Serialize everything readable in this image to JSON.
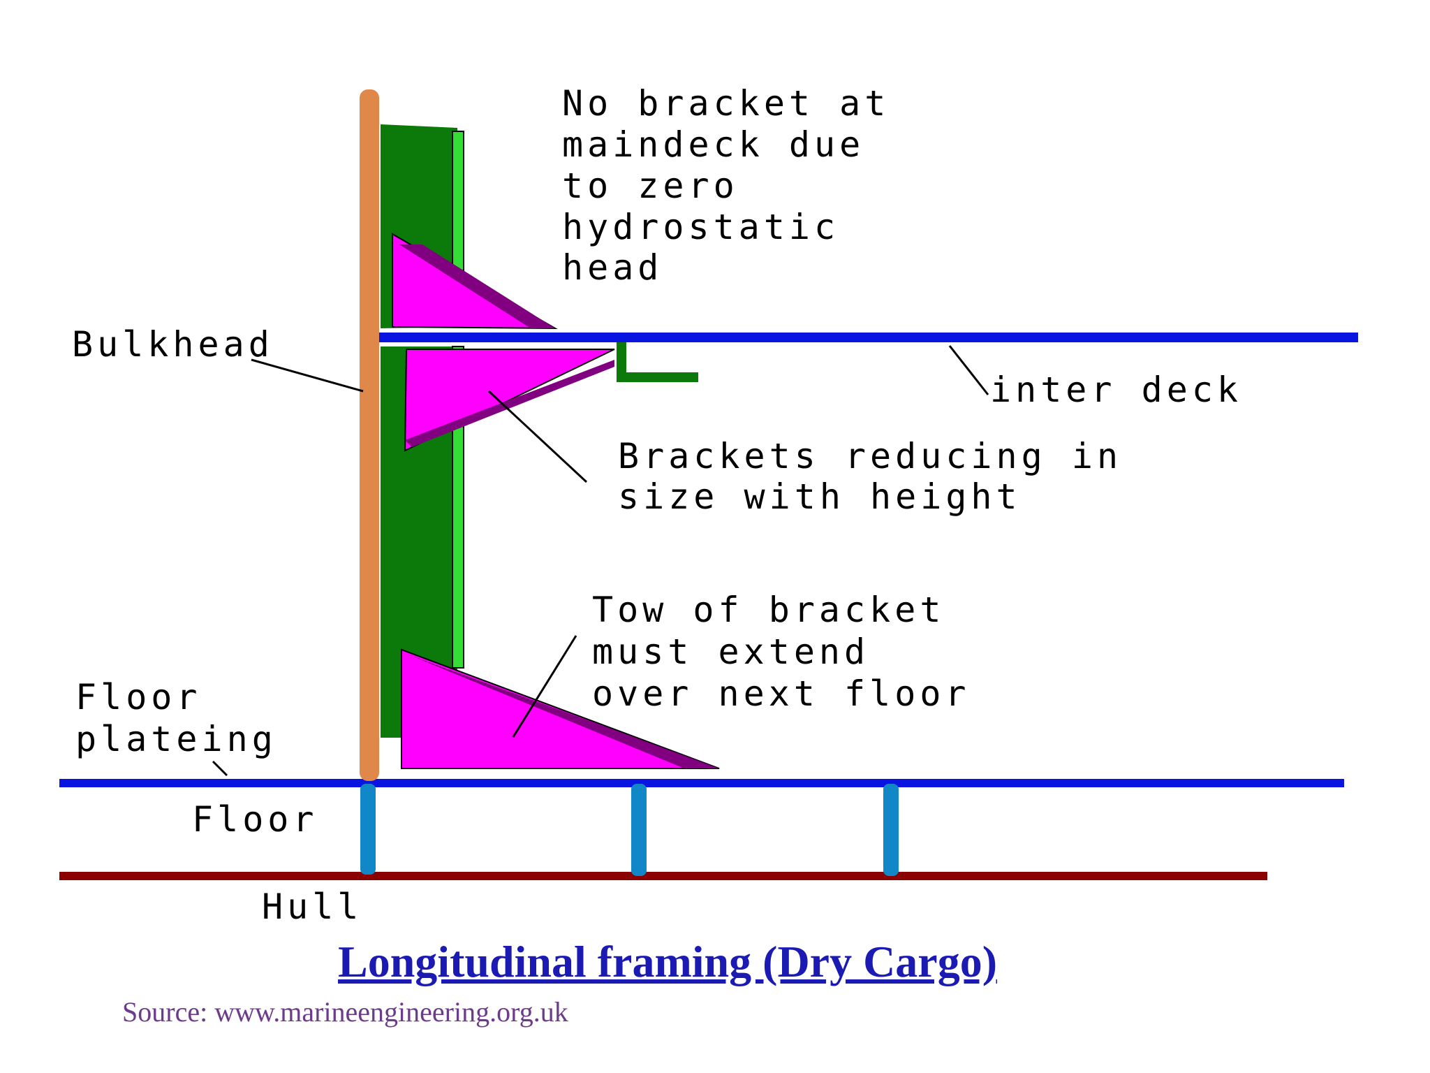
{
  "colors": {
    "bulkhead": "#e0874a",
    "deck": "#0a14e0",
    "frame": "#0b7a0b",
    "frame_flange": "#33dd33",
    "bracket": "#ff00ff",
    "bracket_shade": "#800080",
    "floor": "#1187c8",
    "hull": "#8b0000",
    "title": "#1b1bb3",
    "source": "#6d3b8c"
  },
  "labels": {
    "no_bracket": [
      "No bracket at",
      "maindeck due",
      "to zero",
      "hydrostatic",
      "head"
    ],
    "bulkhead": "Bulkhead",
    "inter_deck": "inter deck",
    "brackets_reducing": [
      "Brackets reducing in",
      "size with height"
    ],
    "tow_of_bracket": [
      "Tow of bracket",
      "must extend",
      "over next floor"
    ],
    "floor_plating": [
      "Floor",
      "plateing"
    ],
    "floor": "Floor",
    "hull": "Hull"
  },
  "caption": {
    "title": "Longitudinal framing (Dry Cargo)",
    "source": "Source: www.marineengineering.org.uk"
  }
}
